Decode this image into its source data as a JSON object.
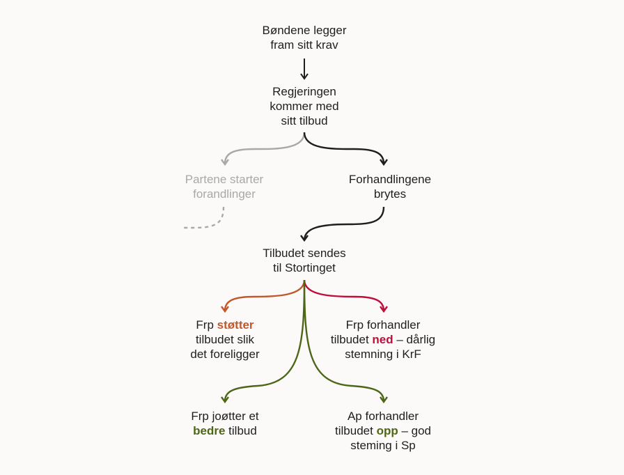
{
  "nodes": {
    "start": {
      "lines": [
        "Bøndene legger",
        "fram sitt krav"
      ]
    },
    "offer": {
      "lines": [
        "Regjeringen",
        "kommer med",
        "sitt tilbud"
      ]
    },
    "negotiate": {
      "lines": [
        "Partene starter",
        "forandlinger"
      ]
    },
    "break": {
      "lines": [
        "Forhandlingene",
        "brytes"
      ]
    },
    "storting": {
      "lines": [
        "Tilbudet sendes",
        "til Stortinget"
      ]
    },
    "frp_support": {
      "line1_prefix": "Frp ",
      "line1_highlight": "støtter",
      "line2": "tilbudet slik",
      "line3": "det foreligger"
    },
    "frp_down": {
      "line1": "Frp forhandler",
      "line2_prefix": "tilbudet ",
      "line2_highlight": "ned",
      "line2_suffix": " – dårlig",
      "line3": "stemning i KrF"
    },
    "frp_better": {
      "line1": "Frp joøtter et",
      "line2_highlight": "bedre",
      "line2_suffix": " tilbud"
    },
    "ap_up": {
      "line1": "Ap forhandler",
      "line2_prefix": "tilbudet ",
      "line2_highlight": "opp",
      "line2_suffix": " – god",
      "line3": "steming i Sp"
    }
  },
  "colors": {
    "text": "#1e1e1e",
    "muted": "#a8a8a8",
    "orange": "#c0582b",
    "red": "#c00d3a",
    "green": "#4e6618",
    "background": "#fbfaf8"
  }
}
